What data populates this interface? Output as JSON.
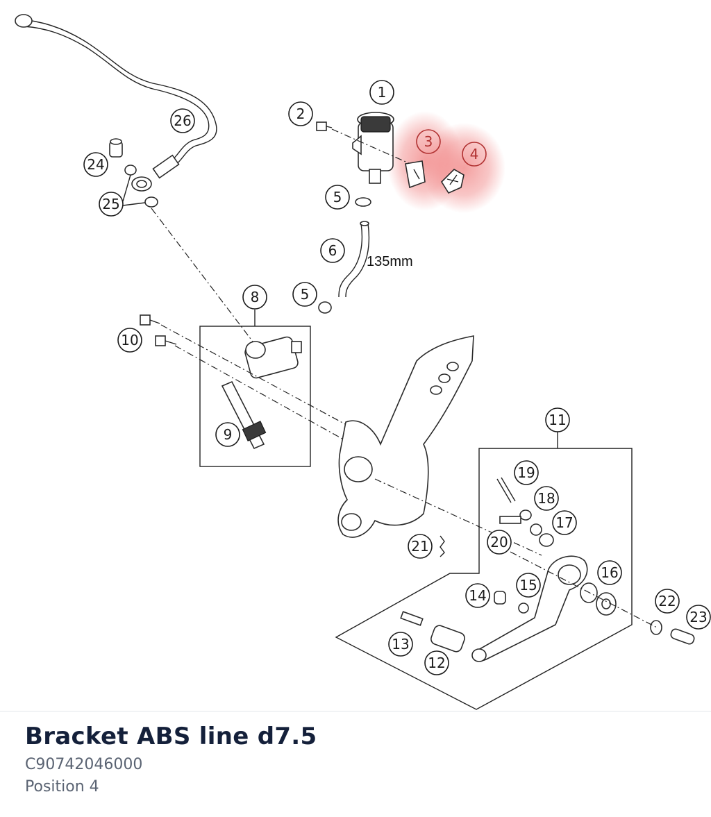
{
  "diagram": {
    "callouts": [
      "1",
      "2",
      "3",
      "4",
      "5",
      "5",
      "6",
      "8",
      "9",
      "10",
      "11",
      "12",
      "13",
      "14",
      "15",
      "16",
      "17",
      "18",
      "19",
      "20",
      "21",
      "22",
      "23",
      "24",
      "25",
      "26"
    ],
    "highlighted": [
      "3",
      "4"
    ],
    "highlight_color": "#f08080",
    "dimension_label": "135mm"
  },
  "part_info": {
    "title": "Bracket ABS line d7.5",
    "part_number": "C90742046000",
    "position": "Position 4"
  }
}
